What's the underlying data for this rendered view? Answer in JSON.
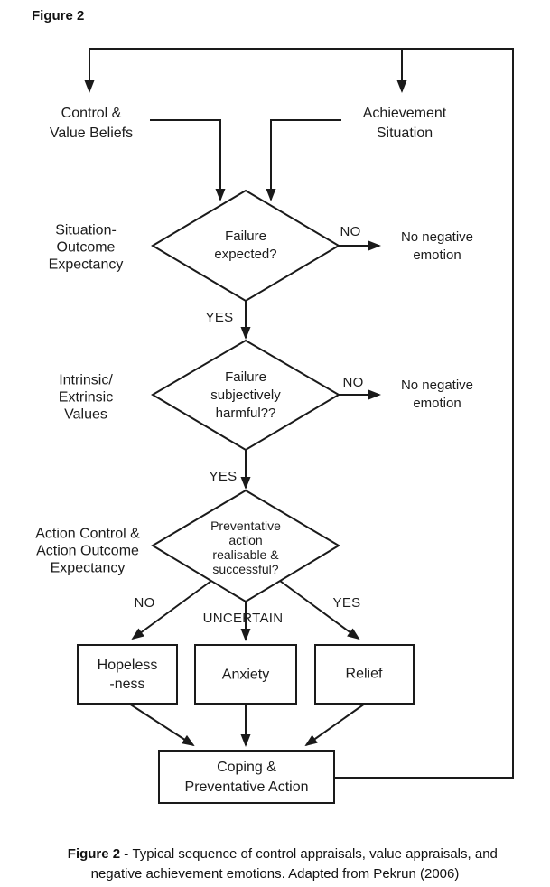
{
  "figure": {
    "title": "Figure 2",
    "caption_bold": "Figure 2 - ",
    "caption_text": "Typical sequence of control appraisals, value appraisals, and negative achievement emotions. Adapted from Pekrun (2006)"
  },
  "colors": {
    "line": "#1a1a1a",
    "text": "#1c1c1c",
    "background": "#ffffff"
  },
  "nodes": {
    "control_value_beliefs": "Control &\nValue Beliefs",
    "achievement_situation": "Achievement\nSituation",
    "decision1": "Failure\nexpected?",
    "decision2": "Failure\nsubjectively\nharmful??",
    "decision3": "Preventative\naction\nrealisable &\nsuccessful?",
    "no_negative_emotion_1": "No negative\nemotion",
    "no_negative_emotion_2": "No negative\nemotion",
    "hopelessness": "Hopeless\n-ness",
    "anxiety": "Anxiety",
    "relief": "Relief",
    "coping": "Coping &\nPreventative Action"
  },
  "side_labels": {
    "situation_outcome_expectancy": "Situation-\nOutcome\nExpectancy",
    "intrinsic_extrinsic_values": "Intrinsic/\nExtrinsic\nValues",
    "action_control_expectancy": "Action Control &\nAction Outcome\nExpectancy"
  },
  "edge_labels": {
    "no1": "NO",
    "yes1": "YES",
    "no2": "NO",
    "yes2": "YES",
    "no3": "NO",
    "uncertain3": "UNCERTAIN",
    "yes3": "YES"
  }
}
